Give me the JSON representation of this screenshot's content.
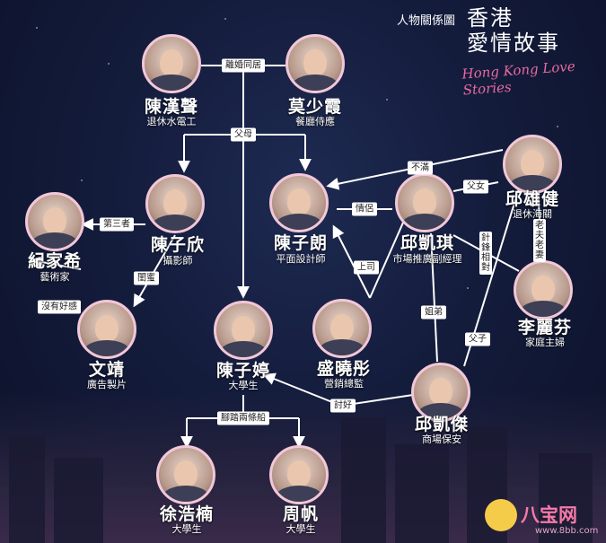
{
  "header": {
    "caption": "人物關係圖",
    "title_line1": "香港",
    "title_line2": "愛情故事",
    "script_title": "Hong Kong Love Stories"
  },
  "people": {
    "chen_hansheng": {
      "name": "陳漢聲",
      "role": "退休水電工"
    },
    "mo_shaoxia": {
      "name": "莫少霞",
      "role": "餐廳侍應"
    },
    "chen_zixin": {
      "name": "陳子欣",
      "role": "攝影師"
    },
    "chen_zilang": {
      "name": "陳子朗",
      "role": "平面設計師"
    },
    "qiu_kaiqi": {
      "name": "邱凱琪",
      "role": "市場推廣副經理"
    },
    "qiu_xiongjian": {
      "name": "邱雄健",
      "role": "退休海關"
    },
    "ji_jiaxi": {
      "name": "紀家希",
      "role": "藝術家"
    },
    "wen_jing": {
      "name": "文靖",
      "role": "廣告製片"
    },
    "chen_ziting": {
      "name": "陳子婷",
      "role": "大學生"
    },
    "sheng_xiaotong": {
      "name": "盛曉彤",
      "role": "營銷總監"
    },
    "li_lifen": {
      "name": "李麗芬",
      "role": "家庭主婦"
    },
    "qiu_kaijie": {
      "name": "邱凱傑",
      "role": "商場保安"
    },
    "xu_haonan": {
      "name": "徐浩楠",
      "role": "大學生"
    },
    "zhou_fan": {
      "name": "周帆",
      "role": "大學生"
    }
  },
  "relations": {
    "divorced_cohabit": "離婚同居",
    "parents": "父母",
    "dissatisfied": "不滿",
    "father_daughter": "父女",
    "lovers": "情侶",
    "third_party": "第三者",
    "bestie": "閨蜜",
    "has_feelings": "沒有好感",
    "superior": "上司",
    "at_odds": "針鋒相對",
    "old_couple": "老夫老妻",
    "siblings": "姐弟",
    "father_son": "父子",
    "two_timing": "腳踏兩條船",
    "flirting": "討好"
  },
  "watermark": {
    "brand": "八宝网",
    "url": "www.8bb.com"
  },
  "colors": {
    "line": "#ffffff",
    "portrait_ring": "#f2c7d8",
    "watermark": "#f57aa8"
  }
}
